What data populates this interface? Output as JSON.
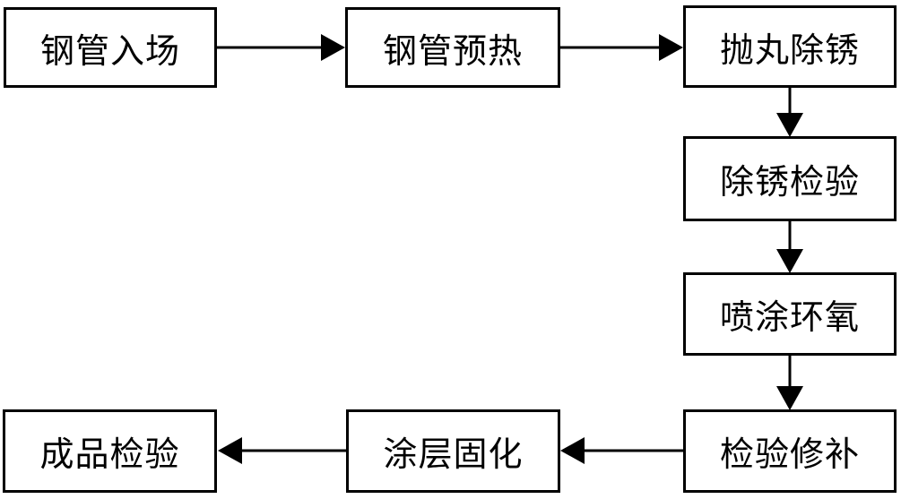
{
  "diagram": {
    "type": "flowchart",
    "description": "Steel pipe epoxy coating process flow",
    "colors": {
      "background": "#ffffff",
      "line": "#000000",
      "box_fill": "#ffffff",
      "text": "#000000"
    },
    "nodes": [
      {
        "id": "n1",
        "label": "钢管入场"
      },
      {
        "id": "n2",
        "label": "钢管预热"
      },
      {
        "id": "n3",
        "label": "抛丸除锈"
      },
      {
        "id": "n4",
        "label": "除锈检验"
      },
      {
        "id": "n5",
        "label": "喷涂环氧"
      },
      {
        "id": "n6",
        "label": "检验修补"
      },
      {
        "id": "n7",
        "label": "涂层固化"
      },
      {
        "id": "n8",
        "label": "成品检验"
      }
    ],
    "edges": [
      {
        "from": "钢管入场",
        "to": "钢管预热",
        "direction": "right"
      },
      {
        "from": "钢管预热",
        "to": "抛丸除锈",
        "direction": "right"
      },
      {
        "from": "抛丸除锈",
        "to": "除锈检验",
        "direction": "down"
      },
      {
        "from": "除锈检验",
        "to": "喷涂环氧",
        "direction": "down"
      },
      {
        "from": "喷涂环氧",
        "to": "检验修补",
        "direction": "down"
      },
      {
        "from": "检验修补",
        "to": "涂层固化",
        "direction": "left"
      },
      {
        "from": "涂层固化",
        "to": "成品检验",
        "direction": "left"
      }
    ]
  }
}
